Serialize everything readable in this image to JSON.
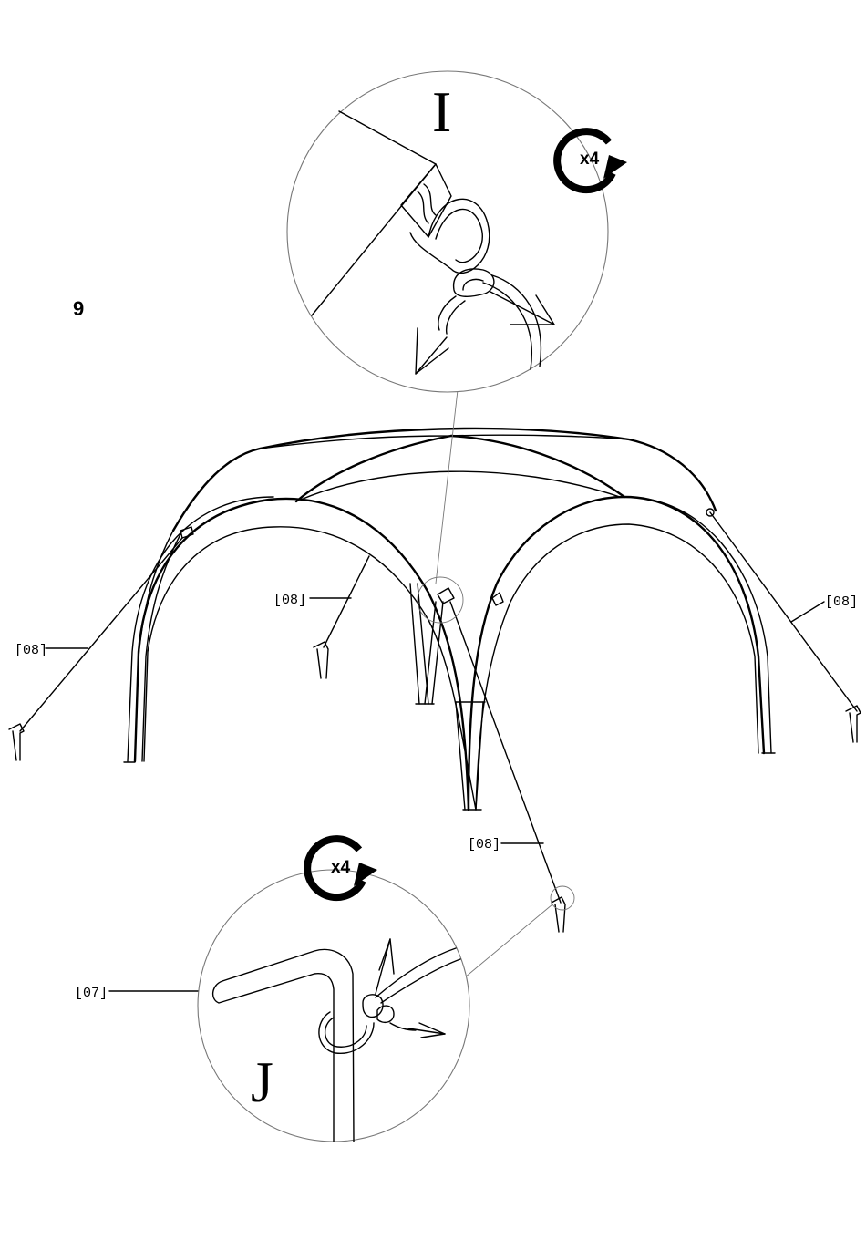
{
  "step": {
    "number": "9"
  },
  "detail_i": {
    "letter": "I",
    "repeat": "x4"
  },
  "detail_j": {
    "letter": "J",
    "repeat": "x4"
  },
  "parts": {
    "guy_rope_left": "[08]",
    "guy_rope_front_left": "[08]",
    "guy_rope_right": "[08]",
    "guy_rope_front": "[08]",
    "peg": "[07]"
  },
  "colors": {
    "ink": "#000000",
    "paper": "#ffffff",
    "leader": "#777777"
  }
}
